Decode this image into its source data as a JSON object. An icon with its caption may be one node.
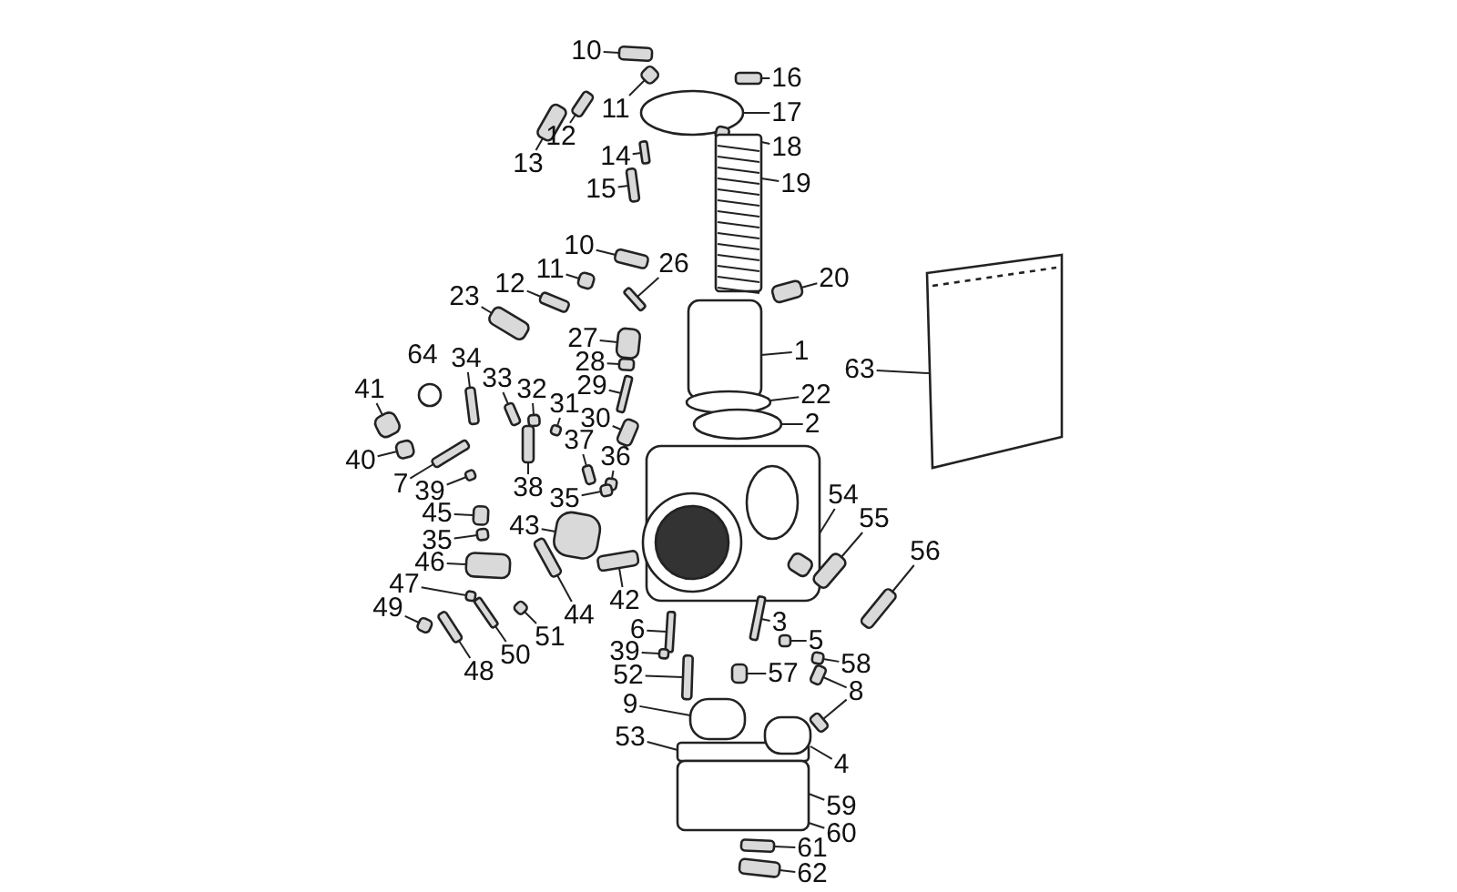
{
  "diagram": {
    "nodes": [
      {
        "text": [
          "10"
        ]
      },
      {
        "text": [
          "16"
        ]
      },
      {
        "text": [
          "11"
        ]
      },
      {
        "text": [
          "17"
        ]
      },
      {
        "text": [
          "12"
        ]
      },
      {
        "text": [
          "18"
        ]
      },
      {
        "text": [
          "14"
        ]
      },
      {
        "text": [
          "13"
        ]
      },
      {
        "text": [
          "15"
        ]
      },
      {
        "text": [
          "19"
        ]
      },
      {
        "text": [
          "10"
        ]
      },
      {
        "text": [
          "11"
        ]
      },
      {
        "text": [
          "26"
        ]
      },
      {
        "text": [
          "12"
        ]
      },
      {
        "text": [
          "20"
        ]
      },
      {
        "text": [
          "23"
        ]
      },
      {
        "text": [
          "27"
        ]
      },
      {
        "text": [
          "1"
        ]
      },
      {
        "text": [
          "64"
        ]
      },
      {
        "text": [
          "34"
        ]
      },
      {
        "text": [
          "63"
        ]
      },
      {
        "text": [
          "28"
        ]
      },
      {
        "text": [
          "33"
        ]
      },
      {
        "text": [
          "29"
        ]
      },
      {
        "text": [
          "32"
        ]
      },
      {
        "text": [
          "41"
        ]
      },
      {
        "text": [
          "22"
        ]
      },
      {
        "text": [
          "31"
        ]
      },
      {
        "text": [
          "30"
        ]
      },
      {
        "text": [
          "2"
        ]
      },
      {
        "text": [
          "37"
        ]
      },
      {
        "text": [
          "36"
        ]
      },
      {
        "text": [
          "40"
        ]
      },
      {
        "text": [
          "7"
        ]
      },
      {
        "text": [
          "38"
        ]
      },
      {
        "text": [
          "39"
        ]
      },
      {
        "text": [
          "35"
        ]
      },
      {
        "text": [
          "54"
        ]
      },
      {
        "text": [
          "45"
        ]
      },
      {
        "text": [
          "55"
        ]
      },
      {
        "text": [
          "43"
        ]
      },
      {
        "text": [
          "35"
        ]
      },
      {
        "text": [
          "56"
        ]
      },
      {
        "text": [
          "46"
        ]
      },
      {
        "text": [
          "47"
        ]
      },
      {
        "text": [
          "42"
        ]
      },
      {
        "text": [
          "49"
        ]
      },
      {
        "text": [
          "44"
        ]
      },
      {
        "text": [
          "3"
        ]
      },
      {
        "text": [
          "6"
        ]
      },
      {
        "text": [
          "51"
        ]
      },
      {
        "text": [
          "5"
        ]
      },
      {
        "text": [
          "39"
        ]
      },
      {
        "text": [
          "50"
        ]
      },
      {
        "text": [
          "58"
        ]
      },
      {
        "text": [
          "48"
        ]
      },
      {
        "text": [
          "52"
        ]
      },
      {
        "text": [
          "57"
        ]
      },
      {
        "text": [
          "8"
        ]
      },
      {
        "text": [
          "9"
        ]
      },
      {
        "text": [
          "53"
        ]
      },
      {
        "text": [
          "4"
        ]
      },
      {
        "text": [
          "59"
        ]
      },
      {
        "text": [
          "60"
        ]
      },
      {
        "text": [
          "61"
        ]
      },
      {
        "text": [
          "62"
        ]
      },
      {
        "text": [],
        "shape": "box"
      },
      {
        "text": [],
        "shape": "box"
      },
      {
        "text": [],
        "shape": "box"
      },
      {
        "text": [],
        "shape": "circle"
      },
      {
        "text": [],
        "shape": "box"
      },
      {
        "text": [],
        "shape": "box"
      },
      {
        "text": [],
        "shape": "box"
      },
      {
        "text": [],
        "shape": "box"
      },
      {
        "text": [],
        "shape": "box"
      },
      {
        "text": [],
        "shape": "picture"
      },
      {
        "text": [],
        "shape": "box"
      },
      {
        "text": [],
        "shape": "box"
      },
      {
        "text": [],
        "shape": "box"
      },
      {
        "text": [],
        "shape": "box"
      },
      {
        "text": [],
        "shape": "box"
      },
      {
        "text": [],
        "shape": "box"
      },
      {
        "text": [],
        "shape": "box"
      },
      {
        "text": [],
        "shape": "box"
      },
      {
        "text": [],
        "shape": "box"
      },
      {
        "text": [],
        "shape": "picture"
      },
      {
        "text": [],
        "shape": "box"
      },
      {
        "text": [],
        "shape": "box"
      },
      {
        "text": [],
        "shape": "box"
      },
      {
        "text": [],
        "shape": "box"
      },
      {
        "text": [],
        "shape": "box"
      },
      {
        "text": [],
        "shape": "circle"
      },
      {
        "text": [],
        "shape": "box"
      },
      {
        "text": [],
        "shape": "box"
      },
      {
        "text": [],
        "shape": "circle"
      },
      {
        "text": [],
        "shape": "box"
      },
      {
        "text": [],
        "shape": "box"
      },
      {
        "text": [],
        "shape": "box"
      },
      {
        "text": [],
        "shape": "box"
      },
      {
        "text": [],
        "shape": "box"
      },
      {
        "text": [],
        "shape": "box"
      },
      {
        "text": [],
        "shape": "box"
      },
      {
        "text": [],
        "shape": "box"
      },
      {
        "text": [],
        "shape": "box"
      },
      {
        "text": [],
        "shape": "box"
      },
      {
        "text": [],
        "shape": "box"
      },
      {
        "text": [],
        "shape": "box"
      },
      {
        "text": [],
        "shape": "box"
      },
      {
        "text": [],
        "shape": "box"
      },
      {
        "text": [],
        "shape": "box"
      },
      {
        "text": [],
        "shape": "box"
      },
      {
        "text": [],
        "shape": "box"
      },
      {
        "text": [],
        "shape": "box"
      },
      {
        "text": [],
        "shape": "box"
      },
      {
        "text": [],
        "shape": "box"
      },
      {
        "text": [],
        "shape": "box"
      },
      {
        "text": [],
        "shape": "box"
      },
      {
        "text": [],
        "shape": "box"
      },
      {
        "text": [],
        "shape": "box"
      },
      {
        "text": [],
        "shape": "box"
      },
      {
        "text": [],
        "shape": "box"
      },
      {
        "text": [],
        "shape": "box"
      },
      {
        "text": [],
        "shape": "box"
      },
      {
        "text": [],
        "shape": "box"
      },
      {
        "text": [],
        "shape": "box"
      },
      {
        "text": [],
        "shape": "box"
      },
      {
        "text": [],
        "shape": "box"
      },
      {
        "text": [],
        "shape": "box"
      },
      {
        "text": [],
        "shape": "box"
      },
      {
        "text": [],
        "shape": "box"
      },
      {
        "text": [],
        "shape": "box"
      }
    ],
    "edges": [
      {
        "from": 0,
        "to": 66,
        "arrow": "none"
      },
      {
        "from": 1,
        "to": 67,
        "arrow": "none"
      },
      {
        "from": 2,
        "to": 68,
        "arrow": "none"
      },
      {
        "from": 3,
        "to": 69,
        "arrow": "none"
      },
      {
        "from": 4,
        "to": 70,
        "arrow": "none"
      },
      {
        "from": 5,
        "to": 71,
        "arrow": "none"
      },
      {
        "from": 6,
        "to": 72,
        "arrow": "none"
      },
      {
        "from": 7,
        "to": 73,
        "arrow": "none"
      },
      {
        "from": 8,
        "to": 74,
        "arrow": "none"
      },
      {
        "from": 9,
        "to": 75,
        "arrow": "none"
      },
      {
        "from": 10,
        "to": 76,
        "arrow": "none"
      },
      {
        "from": 11,
        "to": 77,
        "arrow": "none"
      },
      {
        "from": 12,
        "to": 78,
        "arrow": "none"
      },
      {
        "from": 13,
        "to": 79,
        "arrow": "none"
      },
      {
        "from": 14,
        "to": 80,
        "arrow": "none"
      },
      {
        "from": 15,
        "to": 81,
        "arrow": "none"
      },
      {
        "from": 16,
        "to": 82,
        "arrow": "none"
      },
      {
        "from": 17,
        "to": 83,
        "arrow": "none"
      },
      {
        "from": 19,
        "to": 84,
        "arrow": "none"
      },
      {
        "from": 20,
        "to": 85,
        "arrow": "none"
      },
      {
        "from": 21,
        "to": 86,
        "arrow": "none"
      },
      {
        "from": 22,
        "to": 87,
        "arrow": "none"
      },
      {
        "from": 23,
        "to": 88,
        "arrow": "none"
      },
      {
        "from": 24,
        "to": 89,
        "arrow": "none"
      },
      {
        "from": 25,
        "to": 90,
        "arrow": "none"
      },
      {
        "from": 26,
        "to": 91,
        "arrow": "none"
      },
      {
        "from": 27,
        "to": 92,
        "arrow": "none"
      },
      {
        "from": 28,
        "to": 93,
        "arrow": "none"
      },
      {
        "from": 29,
        "to": 94,
        "arrow": "none"
      },
      {
        "from": 30,
        "to": 95,
        "arrow": "none"
      },
      {
        "from": 31,
        "to": 96,
        "arrow": "none"
      },
      {
        "from": 32,
        "to": 97,
        "arrow": "none"
      },
      {
        "from": 33,
        "to": 98,
        "arrow": "none"
      },
      {
        "from": 34,
        "to": 99,
        "arrow": "none"
      },
      {
        "from": 35,
        "to": 100,
        "arrow": "none"
      },
      {
        "from": 36,
        "to": 101,
        "arrow": "none"
      },
      {
        "from": 37,
        "to": 102,
        "arrow": "none"
      },
      {
        "from": 38,
        "to": 103,
        "arrow": "none"
      },
      {
        "from": 39,
        "to": 104,
        "arrow": "none"
      },
      {
        "from": 40,
        "to": 105,
        "arrow": "none"
      },
      {
        "from": 41,
        "to": 106,
        "arrow": "none"
      },
      {
        "from": 42,
        "to": 107,
        "arrow": "none"
      },
      {
        "from": 43,
        "to": 108,
        "arrow": "none"
      },
      {
        "from": 44,
        "to": 109,
        "arrow": "none"
      },
      {
        "from": 45,
        "to": 110,
        "arrow": "none"
      },
      {
        "from": 46,
        "to": 111,
        "arrow": "none"
      },
      {
        "from": 47,
        "to": 112,
        "arrow": "none"
      },
      {
        "from": 48,
        "to": 113,
        "arrow": "none"
      },
      {
        "from": 49,
        "to": 114,
        "arrow": "none"
      },
      {
        "from": 50,
        "to": 115,
        "arrow": "none"
      },
      {
        "from": 51,
        "to": 116,
        "arrow": "none"
      },
      {
        "from": 52,
        "to": 117,
        "arrow": "none"
      },
      {
        "from": 53,
        "to": 118,
        "arrow": "none"
      },
      {
        "from": 54,
        "to": 119,
        "arrow": "none"
      },
      {
        "from": 55,
        "to": 120,
        "arrow": "none"
      },
      {
        "from": 56,
        "to": 121,
        "arrow": "none"
      },
      {
        "from": 57,
        "to": 122,
        "arrow": "none"
      },
      {
        "from": 58,
        "to": 123,
        "arrow": "none"
      },
      {
        "from": 58,
        "to": 124,
        "arrow": "none"
      },
      {
        "from": 59,
        "to": 125,
        "arrow": "none"
      },
      {
        "from": 60,
        "to": 126,
        "arrow": "none"
      },
      {
        "from": 61,
        "to": 127,
        "arrow": "none"
      },
      {
        "from": 62,
        "to": 128,
        "arrow": "none"
      },
      {
        "from": 63,
        "to": 128,
        "arrow": "none"
      },
      {
        "from": 64,
        "to": 129,
        "arrow": "none"
      },
      {
        "from": 65,
        "to": 130,
        "arrow": "none"
      }
    ]
  }
}
